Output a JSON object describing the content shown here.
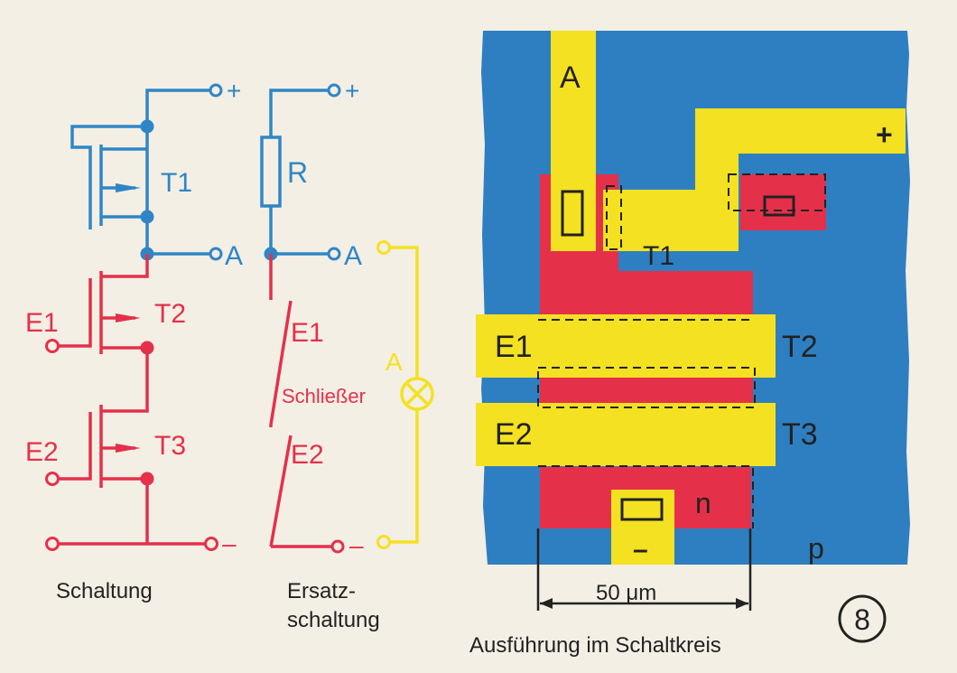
{
  "colors": {
    "paper": "#f3efe4",
    "blue": "#2f86c6",
    "red": "#e5304a",
    "yellow": "#f4e121",
    "chip_blue": "#2e7fc1",
    "text_dark": "#222222"
  },
  "schaltung": {
    "plus": "+",
    "t1": "T1",
    "a": "A",
    "e1": "E1",
    "t2": "T2",
    "e2": "E2",
    "t3": "T3",
    "minus": "–",
    "caption": "Schaltung"
  },
  "ersatz": {
    "plus": "+",
    "r": "R",
    "a": "A",
    "e1": "E1",
    "schliesser": "Schließer",
    "e2": "E2",
    "minus": "–",
    "lamp": "A",
    "caption_line1": "Ersatz-",
    "caption_line2": "schaltung"
  },
  "layout_view": {
    "a": "A",
    "plus": "+",
    "t1": "T1",
    "e1": "E1",
    "t2": "T2",
    "e2": "E2",
    "t3": "T3",
    "n": "n",
    "p": "p",
    "minus": "–",
    "scale": "50 μm",
    "caption": "Ausführung im Schaltkreis"
  },
  "figure_number": "8"
}
